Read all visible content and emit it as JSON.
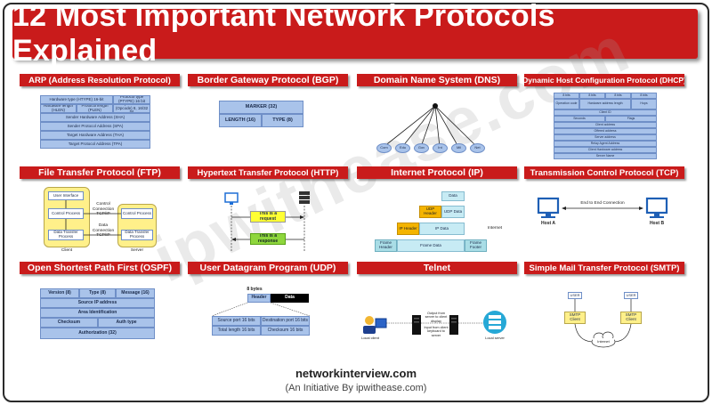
{
  "title": "12 Most Important Network Protocols Explained",
  "watermark": "ipwithease.com",
  "footer": {
    "site": "networkinterview.com",
    "tagline": "(An Initiative By ipwithease.com)"
  },
  "colors": {
    "banner": "#c91b1b",
    "box_blue": "#a9c3ea",
    "box_gold": "#f4b400",
    "box_green": "#8ed63d"
  },
  "cells": {
    "arp": {
      "title": "ARP (Address Resolution Protocol)",
      "fields": [
        "Hardware type (HTYPE) 16-bit",
        "Protocol type (PTYPE) 16 bit",
        "Hardware length (HLEN)",
        "Protocol length (PLEN)",
        "Operational (Opcode) 8, 16/32 bit",
        "Sender Hardware Address (SHA)",
        "Sender Protocol Address (SPA)",
        "Target Hardware Address (THA)",
        "Target Protocol Address (TPA)"
      ]
    },
    "bgp": {
      "title": "Border Gateway Protocol (BGP)",
      "fields": [
        "MARKER (32)",
        "LENGTH (16)",
        "TYPE (8)"
      ]
    },
    "dns": {
      "title": "Domain Name System (DNS)",
      "nodes": [
        "Com",
        "Edu",
        "Gov",
        "Int",
        "Mil",
        "Net"
      ]
    },
    "dhcp": {
      "title": "Dynamic Host Configuration Protocol (DHCP)",
      "fields": [
        "8 bits",
        "8 bits",
        "8 bits",
        "8 bits",
        "Operation code",
        "Hardware address length",
        "Hops",
        "Client ID",
        "Seconds",
        "Flags",
        "Client address",
        "Offered address",
        "Server address",
        "Relay Agent Address",
        "Client Hardware address",
        "Server Name"
      ]
    },
    "ftp": {
      "title": "File Transfer Protocol (FTP)",
      "user_interface": "User Interface",
      "control_process": "Control Process",
      "control_conn": "Control Connection TCP/IP",
      "data_conn": "Data Connection TCP/IP",
      "dtp": "Data Transfer Process",
      "client": "Client",
      "server": "Server"
    },
    "http": {
      "title": "Hypertext Transfer Protocol (HTTP)",
      "request": "This is a request",
      "response": "This is a response"
    },
    "ip": {
      "title": "Internet Protocol (IP)",
      "data": "Data",
      "udp_header": "UDP Header",
      "udp_data": "UDP Data",
      "ip_header": "IP Header",
      "ip_data": "IP Data",
      "frame_header": "Frame Header",
      "frame_data": "Frame Data",
      "frame_footer": "Frame Footer",
      "internet": "Internet"
    },
    "tcp": {
      "title": "Transmission Control Protocol (TCP)",
      "connection": "End to End Connection",
      "host_a": "Host A",
      "host_b": "Host B"
    },
    "ospf": {
      "title": "Open Shortest Path First (OSPF)",
      "fields": [
        "Version (8)",
        "Type (8)",
        "Message (16)",
        "Source IP address",
        "Area Identification",
        "Checksum",
        "Auth type",
        "Authorization (32)"
      ]
    },
    "udp": {
      "title": "User Datagram Program (UDP)",
      "bytes": "8 bytes",
      "header": "Header",
      "data": "Data",
      "fields": [
        "Source port 16 bits",
        "Destination port 16 bits",
        "Total length 16 bits",
        "Checksum 16 bits"
      ]
    },
    "telnet": {
      "title": "Telnet",
      "output": "Output from server to client display",
      "input": "Input from client keyboard to server",
      "local": "Local client",
      "remote": "Local server"
    },
    "smtp": {
      "title": "Simple Mail Transfer Protocol (SMTP)",
      "user": "USER",
      "client": "SMTP Client",
      "internet": "Internet"
    }
  }
}
